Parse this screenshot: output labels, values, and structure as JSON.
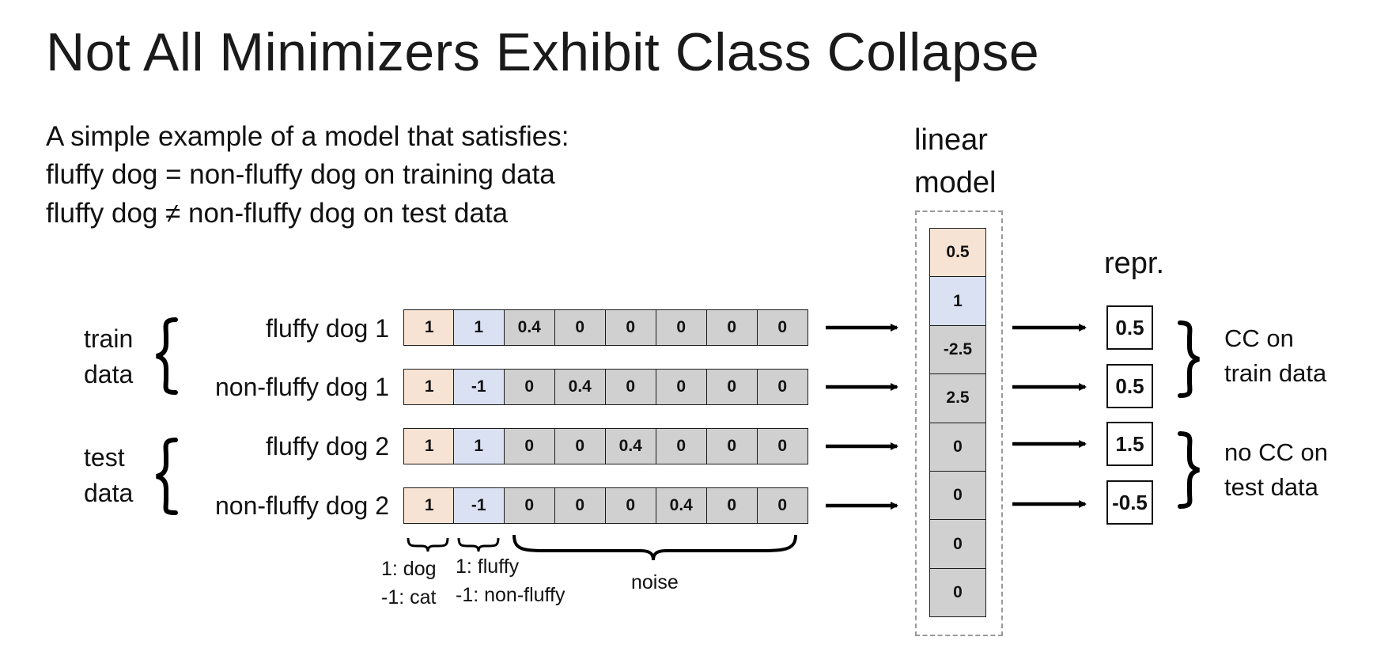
{
  "title": "Not All Minimizers Exhibit Class Collapse",
  "intro": [
    "A simple example of a model that satisfies:",
    "fluffy dog = non-fluffy dog on training data",
    "fluffy dog ≠ non-fluffy dog on test data"
  ],
  "groups": [
    {
      "line1": "train",
      "line2": "data"
    },
    {
      "line1": "test",
      "line2": "data"
    }
  ],
  "rows": [
    {
      "label": "fluffy dog 1",
      "cells": [
        "1",
        "1",
        "0.4",
        "0",
        "0",
        "0",
        "0",
        "0"
      ]
    },
    {
      "label": "non-fluffy dog 1",
      "cells": [
        "1",
        "-1",
        "0",
        "0.4",
        "0",
        "0",
        "0",
        "0"
      ]
    },
    {
      "label": "fluffy dog 2",
      "cells": [
        "1",
        "1",
        "0",
        "0",
        "0.4",
        "0",
        "0",
        "0"
      ]
    },
    {
      "label": "non-fluffy dog 2",
      "cells": [
        "1",
        "-1",
        "0",
        "0",
        "0",
        "0.4",
        "0",
        "0"
      ]
    }
  ],
  "legend": {
    "dog": [
      "1: dog",
      "-1: cat"
    ],
    "fluffy": [
      "1: fluffy",
      "-1: non-fluffy"
    ],
    "noise": "noise"
  },
  "model": {
    "header": [
      "linear",
      "model"
    ],
    "weights": [
      "0.5",
      "1",
      "-2.5",
      "2.5",
      "0",
      "0",
      "0",
      "0"
    ]
  },
  "repr": {
    "header": "repr.",
    "values": [
      "0.5",
      "0.5",
      "1.5",
      "-0.5"
    ]
  },
  "cc_labels": [
    {
      "line1": "CC on",
      "line2": "train data"
    },
    {
      "line1": "no CC on",
      "line2": "test data"
    }
  ],
  "colors": {
    "dog_feature": "#f7e3d3",
    "fluffy_feature": "#d9e1f2",
    "noise_feature": "#d0d0d0",
    "dashed_border": "#9a9a9a"
  }
}
